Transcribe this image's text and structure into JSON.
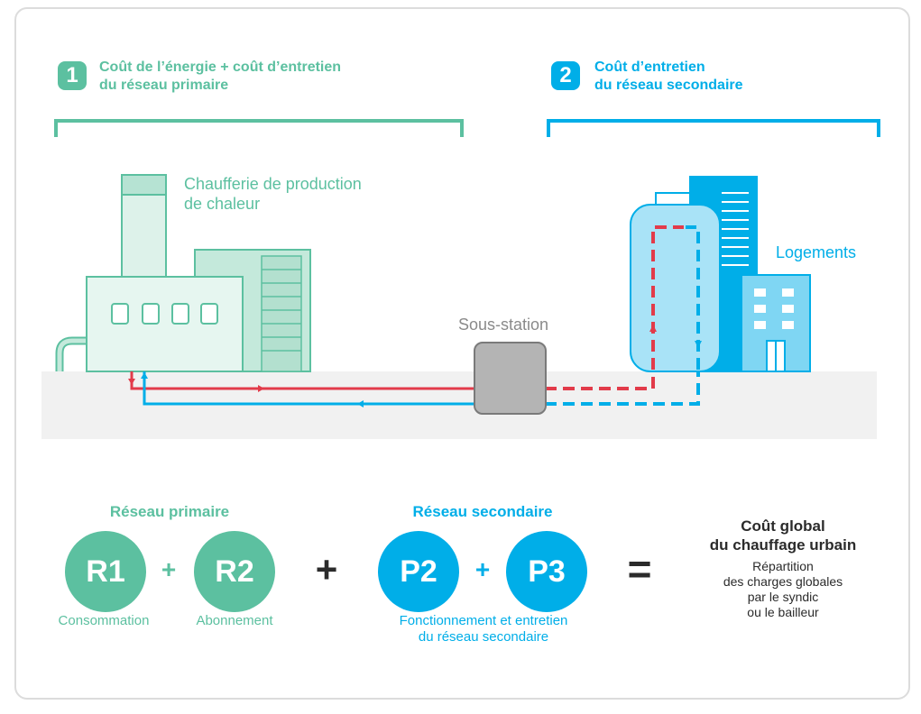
{
  "colors": {
    "primary_green": "#5cc0a0",
    "light_green": "#c4e9db",
    "secondary_blue": "#00aee8",
    "light_blue": "#a9e3f7",
    "supply_red": "#e23b4a",
    "substation_gray": "#b4b4b4",
    "ground_gray": "#f1f1f1"
  },
  "header": {
    "primary": {
      "number": "1",
      "line1": "Coût de l’énergie + coût d’entretien",
      "line2": "du réseau primaire"
    },
    "secondary": {
      "number": "2",
      "line1": "Coût d’entretien",
      "line2": "du réseau secondaire"
    }
  },
  "labels": {
    "boiler_line1": "Chaufferie de production",
    "boiler_line2": "de chaleur",
    "substation": "Sous-station",
    "housing": "Logements"
  },
  "formula": {
    "primary_title": "Réseau primaire",
    "secondary_title": "Réseau secondaire",
    "r1": "R1",
    "r1_caption": "Consommation",
    "plus_small": "+",
    "r2": "R2",
    "r2_caption": "Abonnement",
    "plus_big": "+",
    "p2": "P2",
    "p3": "P3",
    "secondary_caption_line1": "Fonctionnement et entretien",
    "secondary_caption_line2": "du réseau secondaire",
    "equals": "=",
    "total_line1": "Coût global",
    "total_line2": "du chauffage urbain",
    "total_desc_line1": "Répartition",
    "total_desc_line2": "des charges globales",
    "total_desc_line3": "par le syndic",
    "total_desc_line4": "ou le bailleur"
  }
}
